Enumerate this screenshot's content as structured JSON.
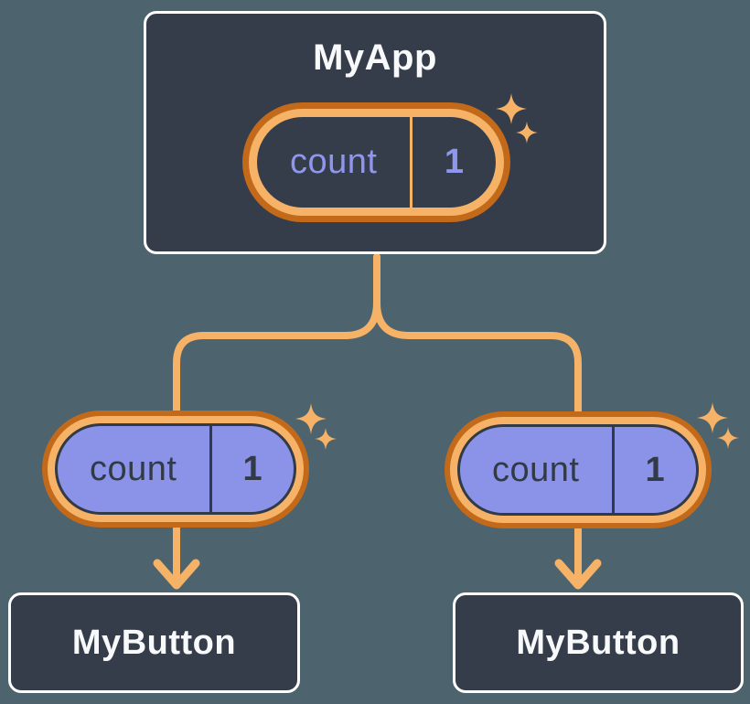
{
  "diagram": {
    "root": {
      "title": "MyApp",
      "state": {
        "label": "count",
        "value": "1"
      }
    },
    "children": [
      {
        "title": "MyButton",
        "prop": {
          "label": "count",
          "value": "1"
        }
      },
      {
        "title": "MyButton",
        "prop": {
          "label": "count",
          "value": "1"
        }
      }
    ]
  },
  "icons": {
    "sparkle": "four-point-star"
  },
  "colors": {
    "background": "#4d646e",
    "node_fill": "#353c4a",
    "node_border": "#ffffff",
    "wire_orange": "#f6b266",
    "ring_dark_orange": "#c2691a",
    "pill_purple_fill": "#8b93e8",
    "pill_text_purple": "#8e96ee",
    "text_dark": "#333a47",
    "text_light": "#f8f9fa"
  }
}
